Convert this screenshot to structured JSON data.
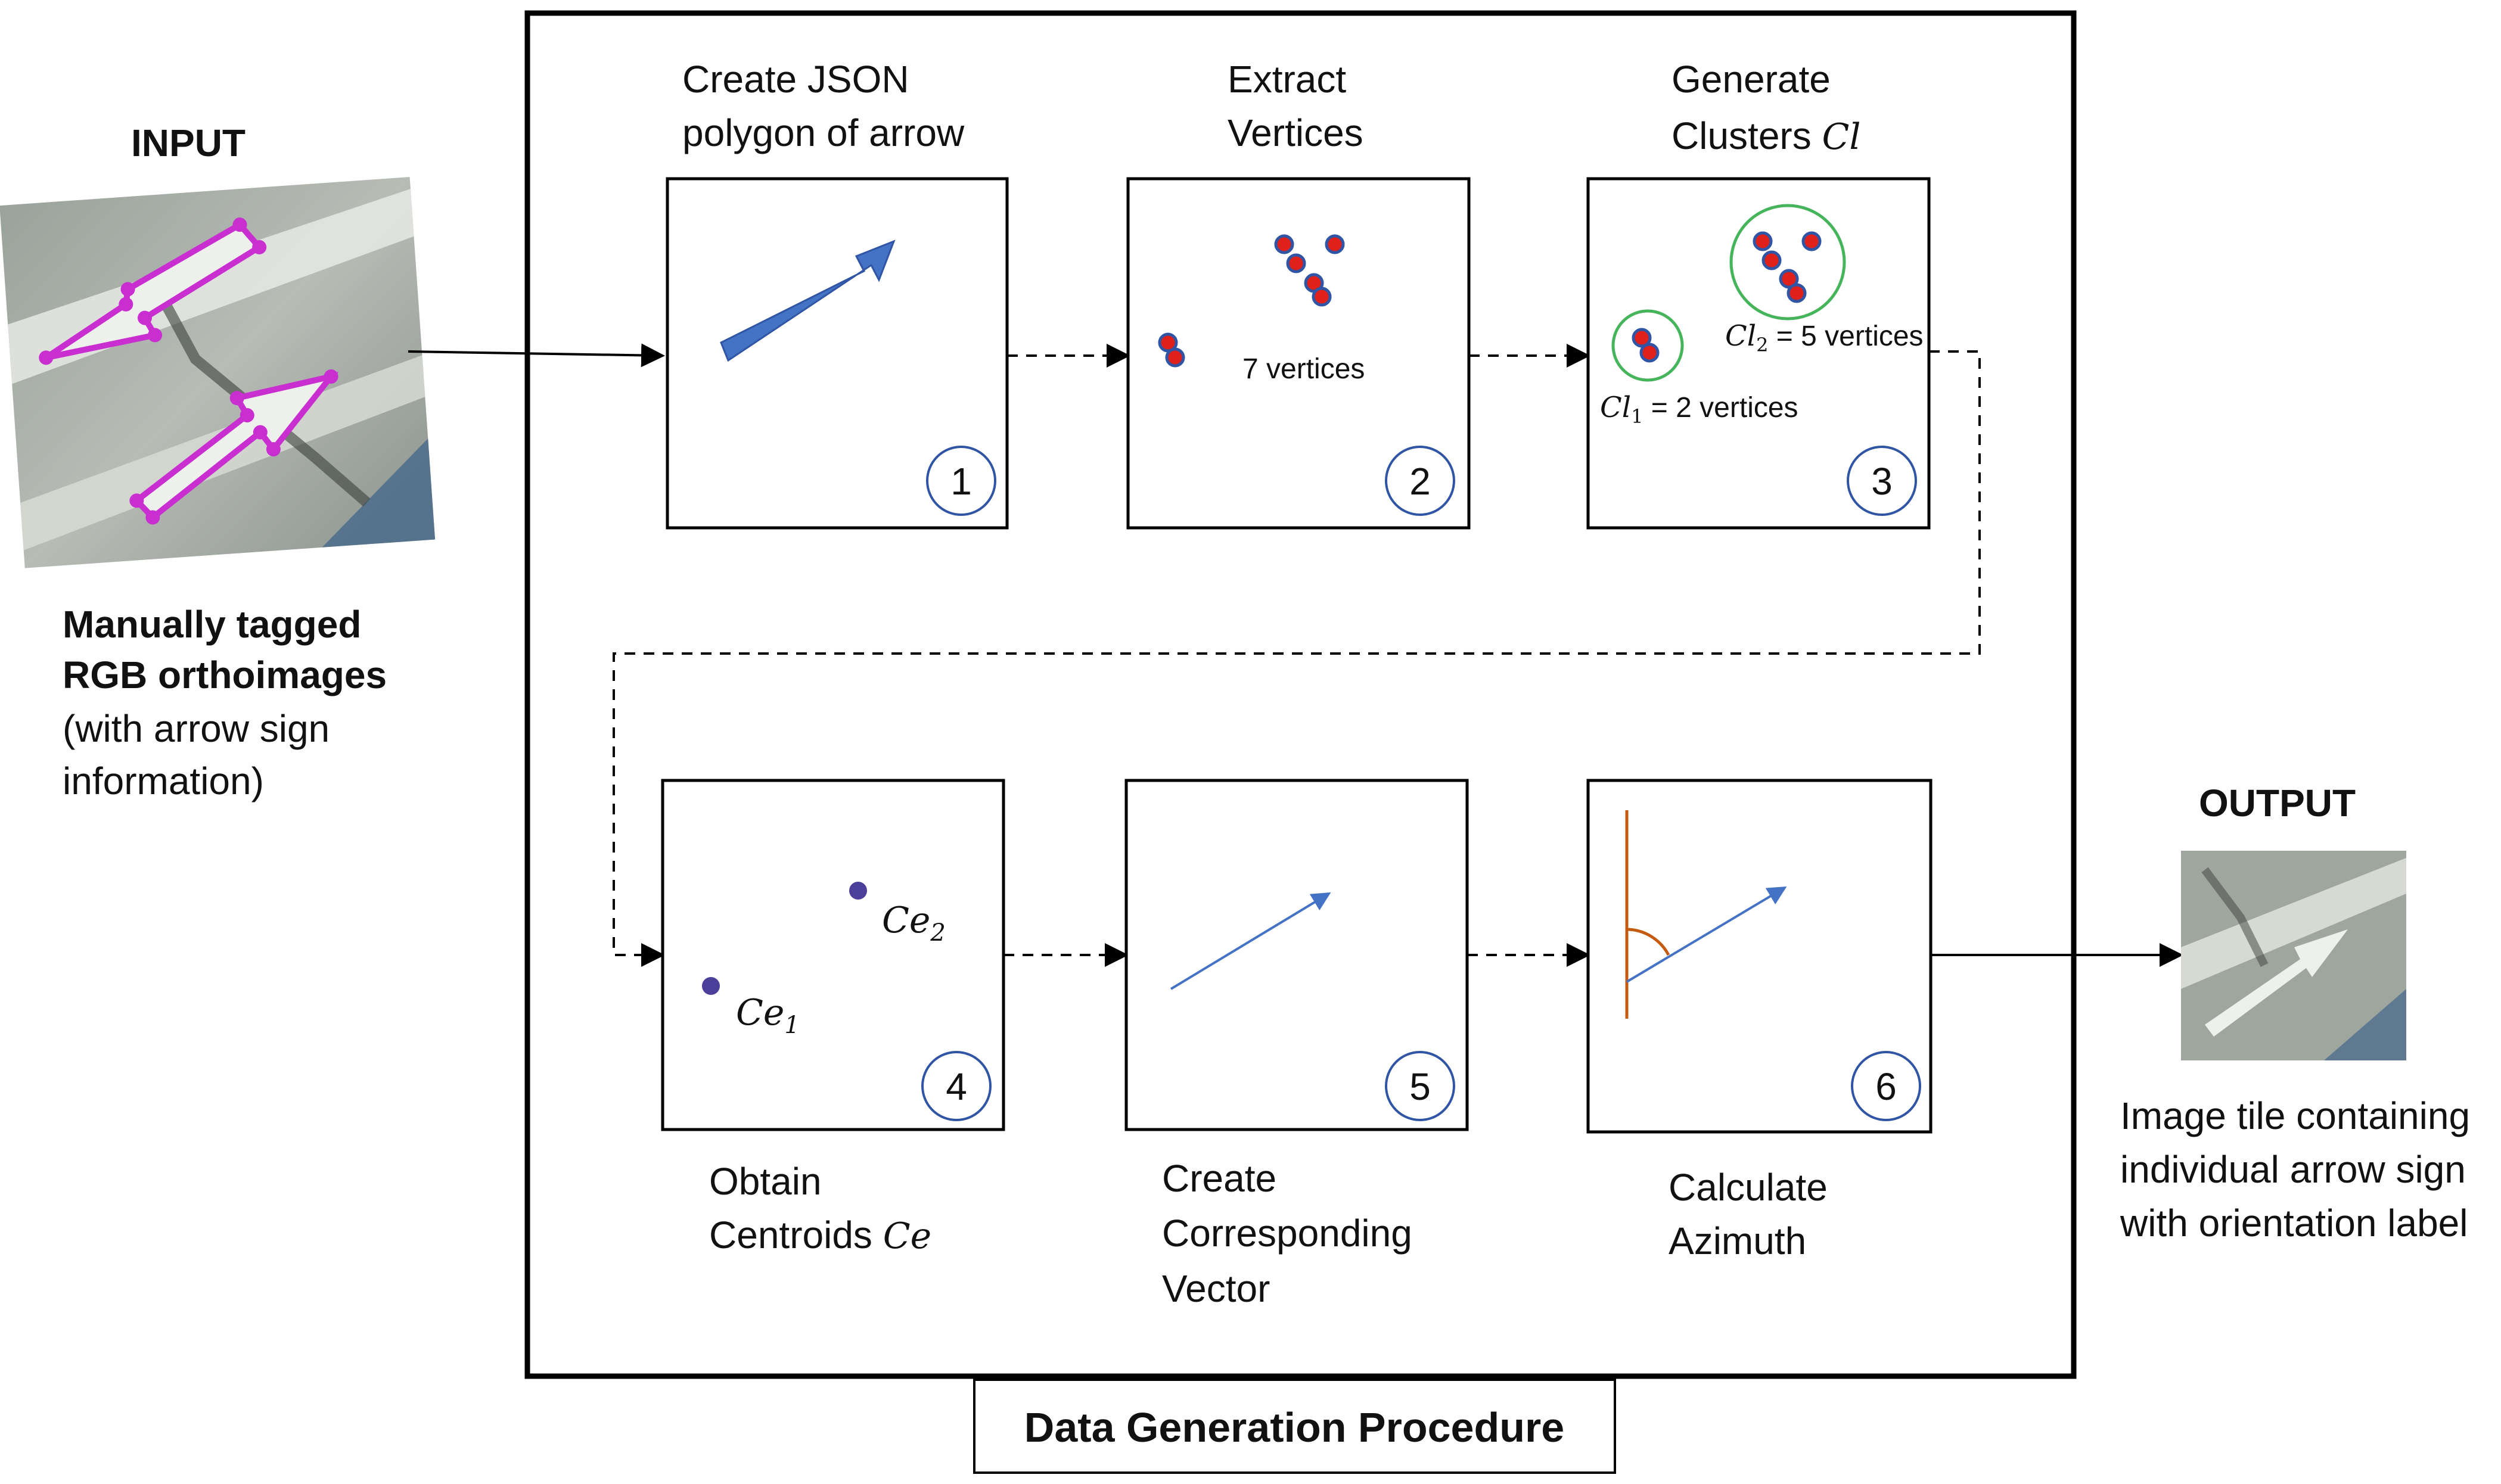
{
  "input": {
    "title": "INPUT",
    "desc_bold_1": "Manually tagged",
    "desc_bold_2": "RGB orthoimages",
    "desc_3": "(with arrow sign",
    "desc_4": "information)"
  },
  "output": {
    "title": "OUTPUT",
    "desc_1": "Image tile containing",
    "desc_2": "individual arrow sign",
    "desc_3": "with orientation label"
  },
  "procedure": {
    "title": "Data Generation Procedure"
  },
  "steps": [
    {
      "number": "1",
      "label_1": "Create JSON",
      "label_2": "polygon of arrow"
    },
    {
      "number": "2",
      "label_1": "Extract",
      "label_2": "Vertices",
      "annotation": "7 vertices"
    },
    {
      "number": "3",
      "label_1": "Generate",
      "label_2": "Clusters",
      "symbol": "Cl",
      "cluster_1": " = 2 vertices",
      "cluster_2": " = 5 vertices",
      "sub_1": "1",
      "sub_2": "2"
    },
    {
      "number": "4",
      "label_1": "Obtain",
      "label_2": "Centroids",
      "symbol": "Ce",
      "sub_1": "1",
      "sub_2": "2"
    },
    {
      "number": "5",
      "label_1": "Create",
      "label_2": "Corresponding",
      "label_3": "Vector"
    },
    {
      "number": "6",
      "label_1": "Calculate",
      "label_2": "Azimuth"
    }
  ],
  "colors": {
    "arrow_fill": "#4472c4",
    "vertex_fill": "#e0201b",
    "vertex_stroke": "#2f55a4",
    "cluster_ring": "#46b45a",
    "centroid": "#4b3f9a",
    "vector": "#4472c4",
    "azimuth_line": "#c55a11",
    "polygon_tag": "#c82ed0"
  }
}
